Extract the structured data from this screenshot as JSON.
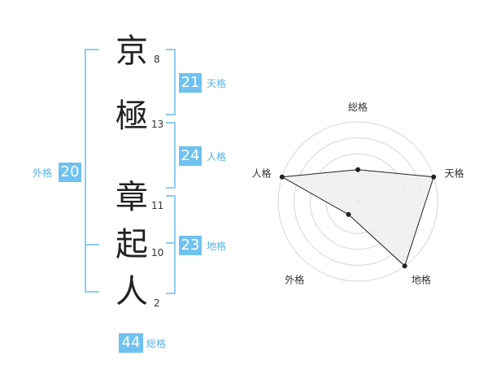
{
  "name": {
    "chars": [
      {
        "char": "京",
        "strokes": "8"
      },
      {
        "char": "極",
        "strokes": "13"
      },
      {
        "char": "章",
        "strokes": "11"
      },
      {
        "char": "起",
        "strokes": "10"
      },
      {
        "char": "人",
        "strokes": "2"
      }
    ]
  },
  "grids": {
    "tenkaku": {
      "label": "天格",
      "value": "21"
    },
    "jinkaku": {
      "label": "人格",
      "value": "24"
    },
    "chikaku": {
      "label": "地格",
      "value": "23"
    },
    "gaikaku": {
      "label": "外格",
      "value": "20"
    },
    "soukaku": {
      "label": "総格",
      "value": "44"
    }
  },
  "colors": {
    "accent": "#6fc1f0",
    "bracket": "#8fcdf2"
  },
  "chart_data": {
    "type": "radar",
    "axes": [
      "総格",
      "天格",
      "地格",
      "外格",
      "人格"
    ],
    "values": [
      2,
      5,
      5,
      1,
      5
    ],
    "max": 5,
    "grid_levels": 5
  }
}
